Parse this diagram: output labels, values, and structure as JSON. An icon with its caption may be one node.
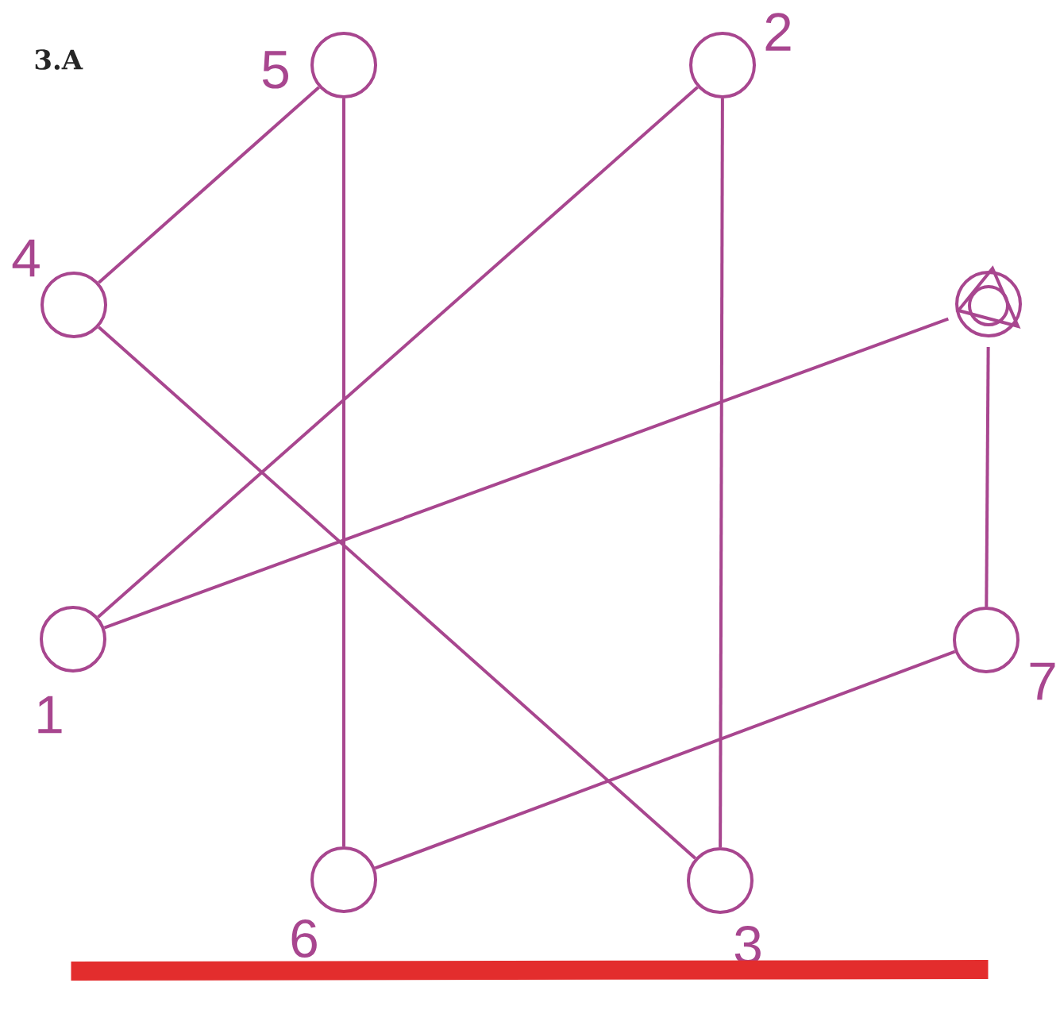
{
  "diagram": {
    "title": "3.A",
    "nodes": [
      {
        "text": [
          "5"
        ]
      },
      {
        "text": [
          "2"
        ]
      },
      {
        "text": [
          "4"
        ]
      },
      {
        "text": [],
        "shape": "circle"
      },
      {
        "text": [
          "1"
        ]
      },
      {
        "text": [
          "7"
        ]
      },
      {
        "text": [
          "6"
        ]
      },
      {
        "text": [
          "3"
        ]
      },
      {
        "text": [],
        "shape": "bar"
      }
    ],
    "edges": [
      {
        "from": 0,
        "to": 2,
        "arrow": "none"
      },
      {
        "from": 0,
        "to": 6,
        "arrow": "none"
      },
      {
        "from": 1,
        "to": 4,
        "arrow": "none"
      },
      {
        "from": 1,
        "to": 7,
        "arrow": "none"
      },
      {
        "from": 2,
        "to": 7,
        "arrow": "none"
      },
      {
        "from": 4,
        "to": 3,
        "arrow": "none"
      },
      {
        "from": 3,
        "to": 5,
        "arrow": "none"
      },
      {
        "from": 5,
        "to": 6,
        "arrow": "none"
      }
    ]
  }
}
